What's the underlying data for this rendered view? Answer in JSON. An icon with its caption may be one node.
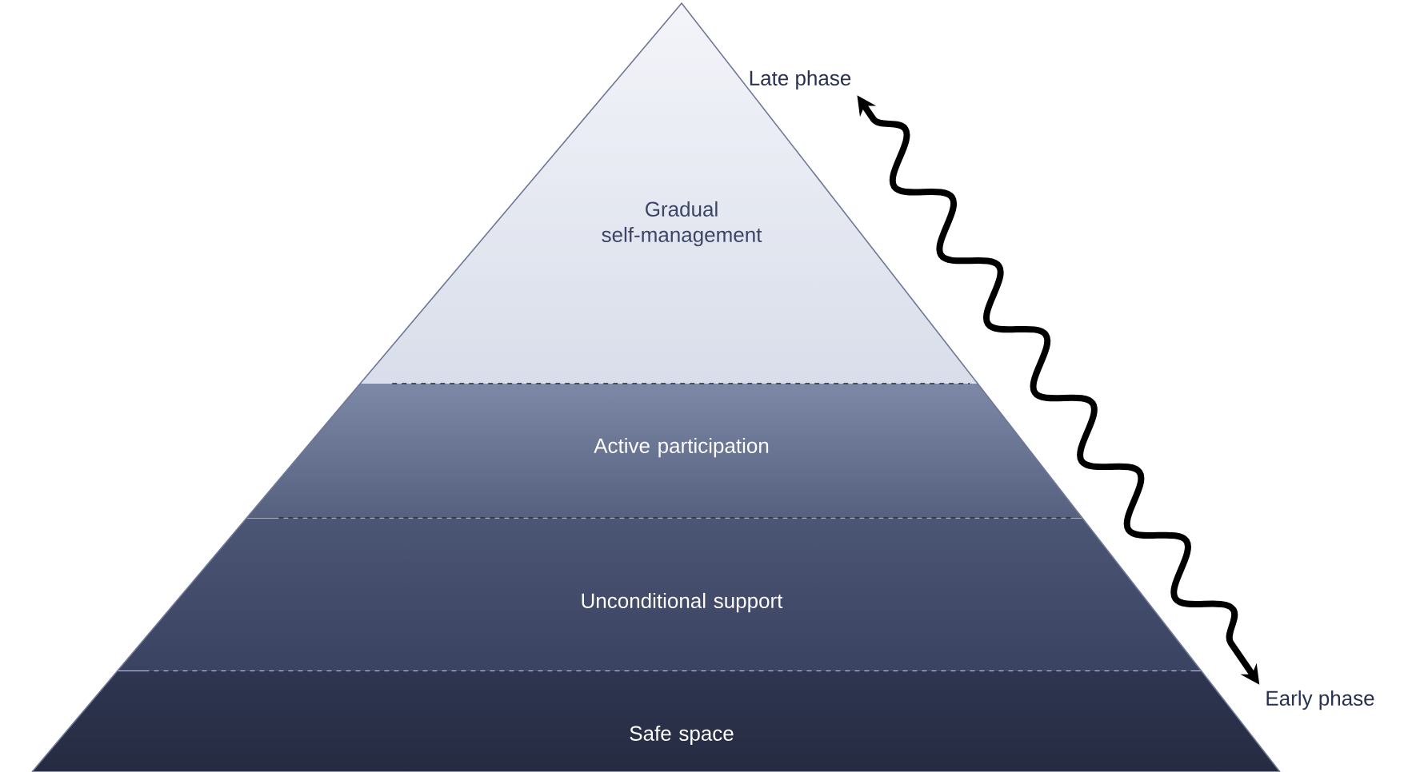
{
  "diagram": {
    "nodes": [
      {
        "text": [
          "Gradual self-management"
        ]
      },
      {
        "text": [
          "Active participation"
        ]
      },
      {
        "text": [
          "Unconditional support"
        ]
      },
      {
        "text": [
          "Safe space"
        ]
      },
      {
        "text": [
          "Late phase"
        ]
      },
      {
        "text": [
          "Early phase"
        ]
      }
    ],
    "edges": [
      {
        "from": 4,
        "to": 5,
        "arrow": "both"
      }
    ]
  }
}
